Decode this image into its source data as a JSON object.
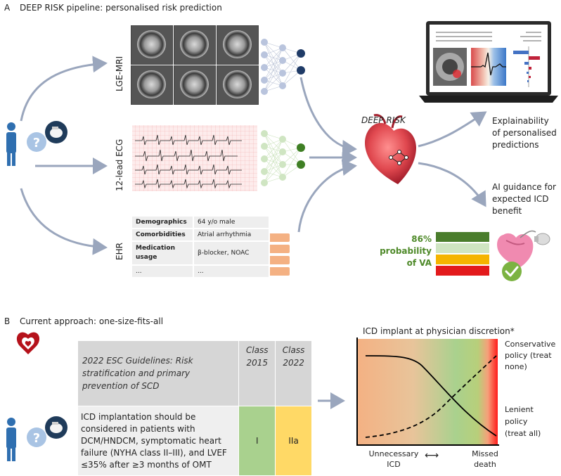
{
  "panel_a": {
    "letter": "A",
    "title": "DEEP RISK pipeline: personalised risk prediction",
    "modalities": {
      "mri": "LGE-MRI",
      "ecg": "12-lead ECG",
      "ehr": "EHR"
    },
    "ehr_rows": [
      {
        "key": "Demographics",
        "value": "64 y/o male"
      },
      {
        "key": "Comorbidities",
        "value": "Atrial arrhythmia"
      },
      {
        "key": "Medication usage",
        "value": "β-blocker, NOAC"
      },
      {
        "key": "...",
        "value": "..."
      }
    ],
    "model_label": "DEEP RISK",
    "explainability": [
      "Explainability",
      "of personalised",
      "predictions"
    ],
    "ai_guidance": [
      "AI guidance for",
      "expected ICD",
      "benefit"
    ],
    "probability": {
      "value": "86%",
      "lines": [
        "probability",
        "of VA"
      ]
    },
    "probability_fraction": 0.86,
    "colors": {
      "accent_green": "#4f8a2a",
      "high_green": "#4a7d2c",
      "light_green": "#cfe5c2",
      "amber": "#f5b400",
      "red": "#e31a1c",
      "node_blue": "#1f3b67",
      "node_green": "#3f7f24"
    }
  },
  "panel_b": {
    "letter": "B",
    "title": "Current approach: one-size-fits-all",
    "table": {
      "header": [
        "2022 ESC Guidelines: Risk",
        "stratification and primary",
        "prevention of SCD"
      ],
      "class_2015": [
        "Class",
        "2015"
      ],
      "class_2022": [
        "Class",
        "2022"
      ],
      "body": [
        "ICD implantation should be",
        "considered in patients with",
        "DCM/HNDCM, symptomatic heart",
        "failure (NYHA class II–III), and LVEF",
        "≤35% after ≥3 months of OMT"
      ],
      "value_2015": "I",
      "value_2022": "IIa",
      "colors": {
        "c2015": "#a9d18e",
        "c2022": "#ffd966"
      }
    },
    "plot": {
      "title": "ICD implant at physician discretion*",
      "conservative": [
        "Conservative",
        "policy (treat",
        "none)"
      ],
      "lenient": [
        "Lenient",
        "policy",
        "(treat all)"
      ],
      "x_left": [
        "Unnecessary",
        "ICD"
      ],
      "x_right": [
        "Missed",
        "death"
      ],
      "arrow": "⟷"
    }
  }
}
